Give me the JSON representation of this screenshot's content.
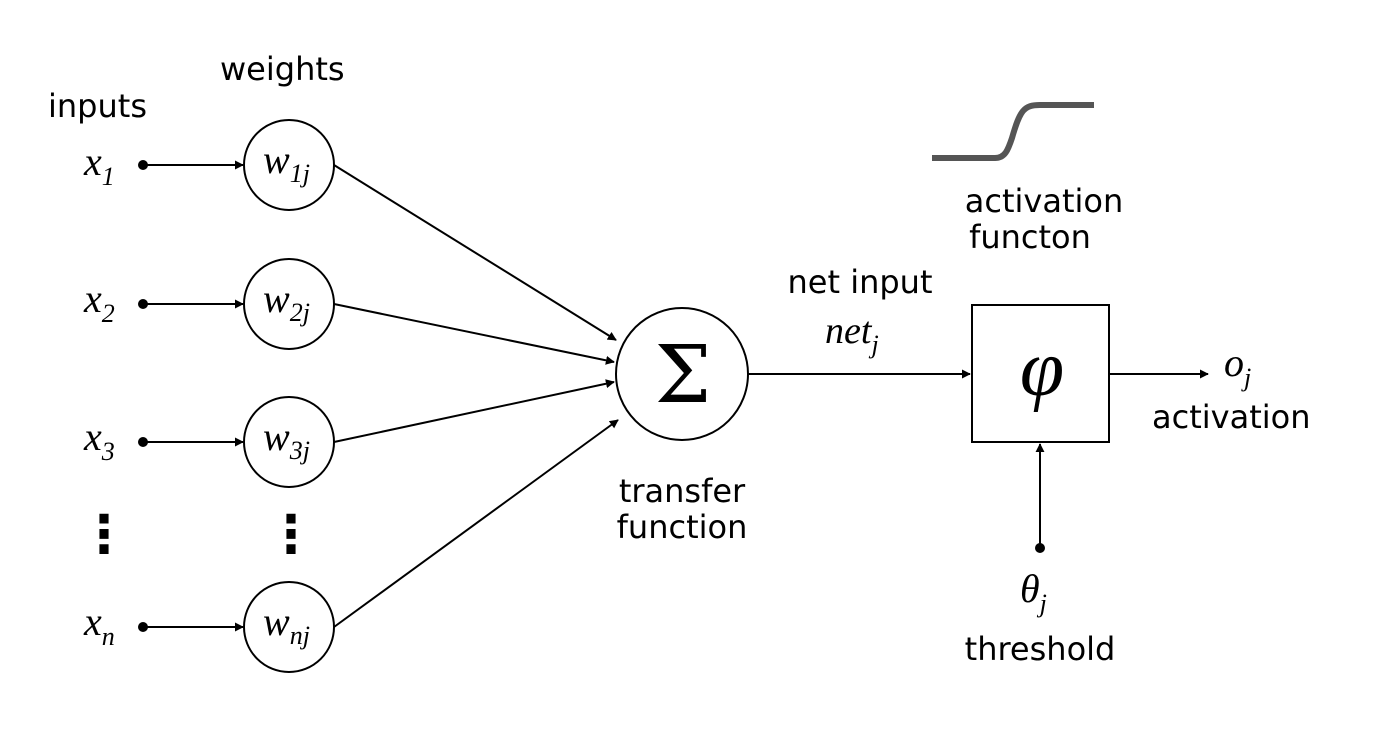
{
  "labels": {
    "inputs": "inputs",
    "weights": "weights",
    "activation_function_line1": "activation",
    "activation_function_line2": "functon",
    "net_input": "net input",
    "transfer_function_line1": "transfer",
    "transfer_function_line2": "function",
    "activation": "activation",
    "threshold": "threshold"
  },
  "inputs": [
    {
      "base": "x",
      "sub": "1"
    },
    {
      "base": "x",
      "sub": "2"
    },
    {
      "base": "x",
      "sub": "3"
    },
    {
      "base": "x",
      "sub": "n"
    }
  ],
  "weights": [
    {
      "base": "w",
      "sub": "1j"
    },
    {
      "base": "w",
      "sub": "2j"
    },
    {
      "base": "w",
      "sub": "3j"
    },
    {
      "base": "w",
      "sub": "nj"
    }
  ],
  "symbols": {
    "sum": "Σ",
    "phi": "φ",
    "net_base": "net",
    "net_sub": "j",
    "output_base": "o",
    "output_sub": "j",
    "theta_base": "θ",
    "theta_sub": "j",
    "ellipsis": "⋮"
  }
}
